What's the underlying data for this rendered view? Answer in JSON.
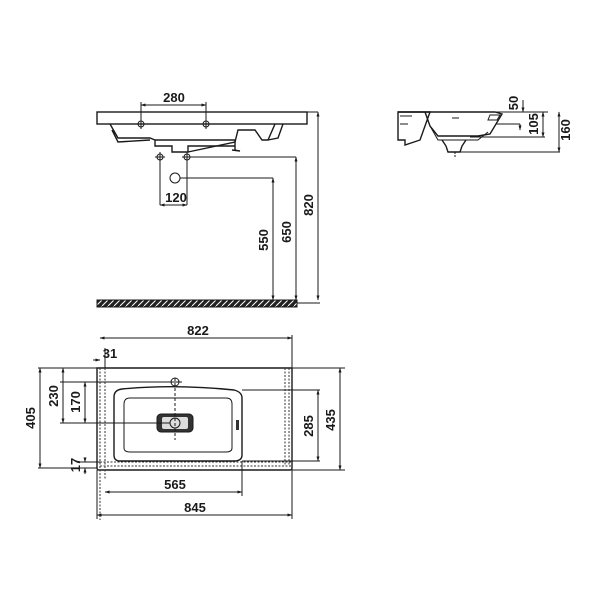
{
  "drawing": {
    "title": "Washbasin technical drawing",
    "units": "mm",
    "colors": {
      "line": "#1a1a1a",
      "background": "#ffffff"
    },
    "front_view": {
      "tap_hole_spacing": "280",
      "waste_spacing": "120",
      "height_waste": "550",
      "height_trap": "650",
      "height_top": "820"
    },
    "side_view": {
      "overflow_offset": "50",
      "bowl_depth": "105",
      "total_height": "160"
    },
    "top_view": {
      "inner_width": "822",
      "edge_offset": "31",
      "tap_from_back": "230",
      "waste_from_back": "170",
      "total_depth": "405",
      "front_lip": "17",
      "bowl_depth": "285",
      "outer_depth": "435",
      "bowl_width": "565",
      "total_width": "845"
    }
  }
}
